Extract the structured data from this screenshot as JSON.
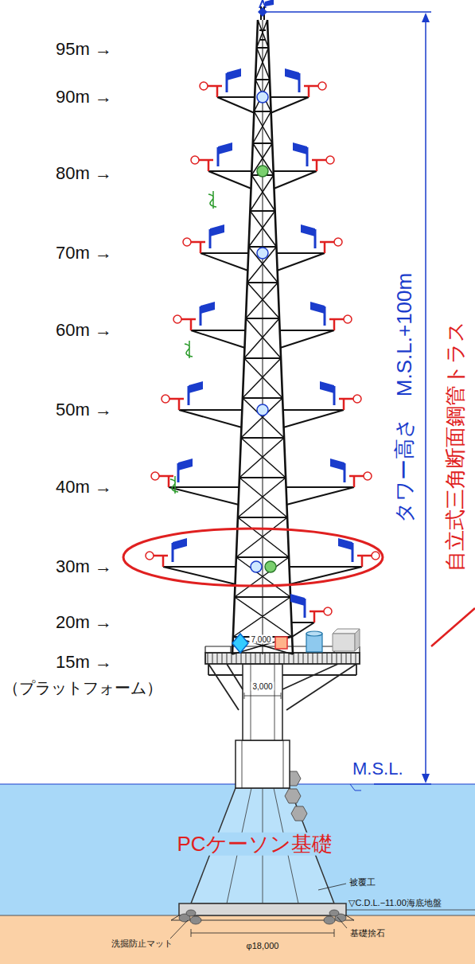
{
  "diagram": {
    "labels": [
      "95m →",
      "90m →",
      "80m →",
      "70m →",
      "60m →",
      "50m →",
      "40m →",
      "30m →",
      "20m →",
      "15m →",
      "（プラットフォーム）",
      "タワー高さ　M.S.L.+100m",
      "自立式三角断面鋼管トラス",
      "7,000",
      "3,000",
      "M.S.L.",
      "PCケーソン基礎",
      "被覆工",
      "▽C.D.L.−11.00海底地盤",
      "基礎捨石",
      "洗掘防止マット",
      "φ18,000"
    ]
  }
}
